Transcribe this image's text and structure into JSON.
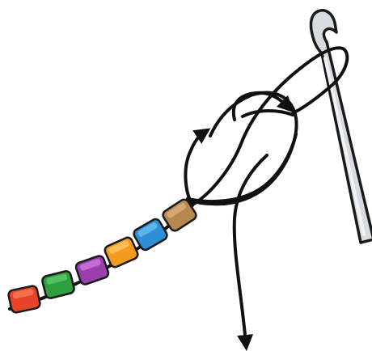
{
  "illustration": {
    "hook": {
      "icon": "crochet-hook-icon",
      "fill": "#d8dbe0",
      "highlight": "#f1f2f4",
      "outline": "#1a1a1a"
    },
    "yarn": {
      "color": "#111111"
    },
    "beads": [
      {
        "name": "bead-tan",
        "color": "#b8874f",
        "light": "#d6a871"
      },
      {
        "name": "bead-blue",
        "color": "#2d8fd6",
        "light": "#5db3ee"
      },
      {
        "name": "bead-orange",
        "color": "#f39a1f",
        "light": "#fbbd57"
      },
      {
        "name": "bead-purple",
        "color": "#9b3fae",
        "light": "#c46bd4"
      },
      {
        "name": "bead-green",
        "color": "#2f9e3f",
        "light": "#55c063"
      },
      {
        "name": "bead-red",
        "color": "#e8432a",
        "light": "#f3704f"
      }
    ]
  }
}
